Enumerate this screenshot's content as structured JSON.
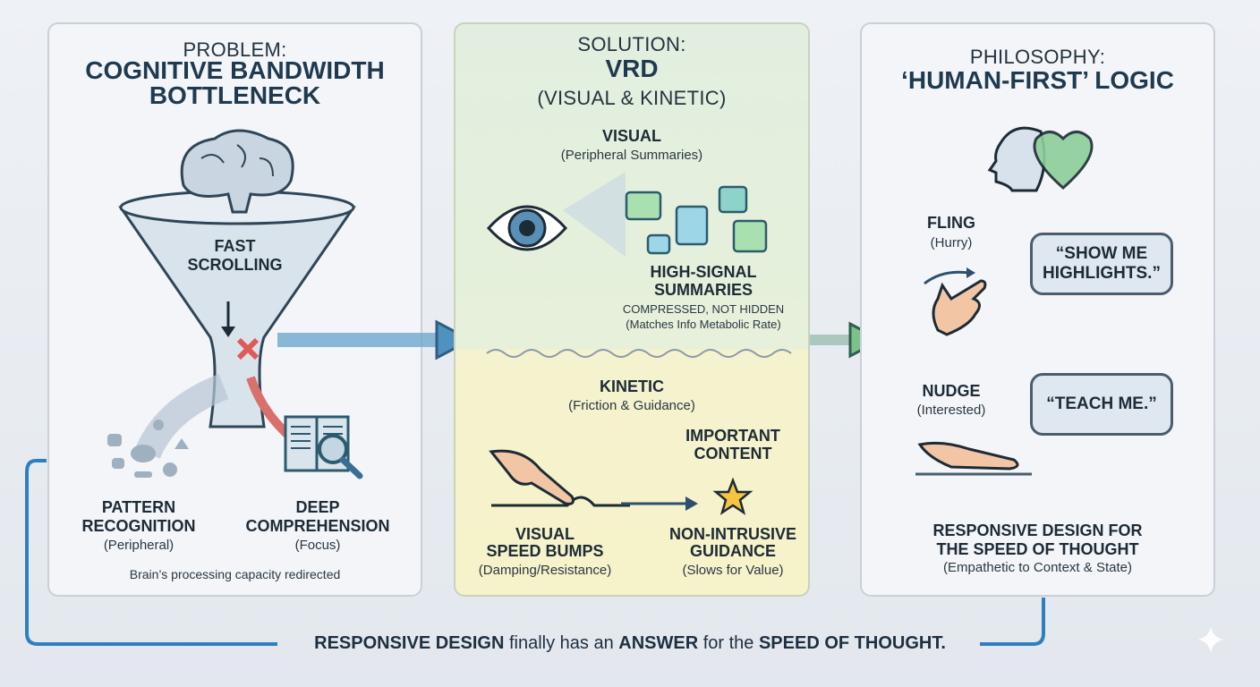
{
  "problem": {
    "label": "PROBLEM:",
    "title_line1": "COGNITIVE BANDWIDTH",
    "title_line2": "BOTTLENECK",
    "funnel_line1": "FAST",
    "funnel_line2": "SCROLLING",
    "pattern_line1": "PATTERN",
    "pattern_line2": "RECOGNITION",
    "pattern_sub": "(Peripheral)",
    "deep_line1": "DEEP",
    "deep_line2": "COMPREHENSION",
    "deep_sub": "(Focus)",
    "footer": "Brain’s processing capacity redirected"
  },
  "solution": {
    "label": "SOLUTION:",
    "title": "VRD",
    "subtitle": "(VISUAL & KINETIC)",
    "visual": {
      "title": "VISUAL",
      "sub": "(Peripheral Summaries)",
      "hs_line1": "HIGH-SIGNAL",
      "hs_line2": "SUMMARIES",
      "compressed": "COMPRESSED, NOT HIDDEN",
      "matches": "(Matches Info Metabolic Rate)"
    },
    "kinetic": {
      "title": "KINETIC",
      "sub": "(Friction & Guidance)",
      "important_line1": "IMPORTANT",
      "important_line2": "CONTENT",
      "bumps_line1": "VISUAL",
      "bumps_line2": "SPEED BUMPS",
      "bumps_sub": "(Damping/Resistance)",
      "guid_line1": "NON-INTRUSIVE",
      "guid_line2": "GUIDANCE",
      "guid_sub": "(Slows for Value)"
    }
  },
  "philosophy": {
    "label": "PHILOSOPHY:",
    "title": "‘HUMAN-FIRST’ LOGIC",
    "fling": {
      "title": "FLING",
      "sub": "(Hurry)",
      "quote_line1": "“SHOW ME",
      "quote_line2": "HIGHLIGHTS.”"
    },
    "nudge": {
      "title": "NUDGE",
      "sub": "(Interested)",
      "quote": "“TEACH ME.”"
    },
    "footer_line1": "RESPONSIVE DESIGN FOR",
    "footer_line2": "THE SPEED OF THOUGHT",
    "footer_sub": "(Empathetic to Context & State)"
  },
  "banner": {
    "part1": "RESPONSIVE DESIGN",
    "part2": " finally has an ",
    "part3": "ANSWER",
    "part4": " for the ",
    "part5": "SPEED OF THOUGHT."
  },
  "colors": {
    "accent_blue": "#2f6f9a",
    "x_red": "#e05a57",
    "green_arrow": "#7cc08a",
    "star": "#f5c542"
  }
}
